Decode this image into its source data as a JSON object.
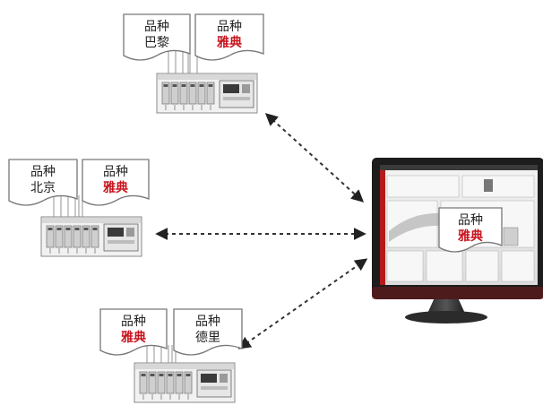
{
  "colors": {
    "accent": "#c8141e",
    "text": "#222222",
    "line": "#333333",
    "paper_border": "#777777"
  },
  "sites": [
    {
      "id": "top",
      "cards": [
        {
          "line1": "品种",
          "line2": "巴黎",
          "highlight": false
        },
        {
          "line1": "品种",
          "line2": "雅典",
          "highlight": true
        }
      ]
    },
    {
      "id": "middle",
      "cards": [
        {
          "line1": "品种",
          "line2": "北京",
          "highlight": false
        },
        {
          "line1": "品种",
          "line2": "雅典",
          "highlight": true
        }
      ]
    },
    {
      "id": "bottom",
      "cards": [
        {
          "line1": "品种",
          "line2": "雅典",
          "highlight": true
        },
        {
          "line1": "品种",
          "line2": "德里",
          "highlight": false
        }
      ]
    }
  ],
  "monitor": {
    "card": {
      "line1": "品种",
      "line2": "雅典",
      "highlight": true
    }
  },
  "connections": [
    "top-monitor",
    "middle-monitor",
    "bottom-monitor"
  ],
  "icons": {
    "plc": "plc-controller-icon",
    "monitor": "monitor-icon"
  }
}
